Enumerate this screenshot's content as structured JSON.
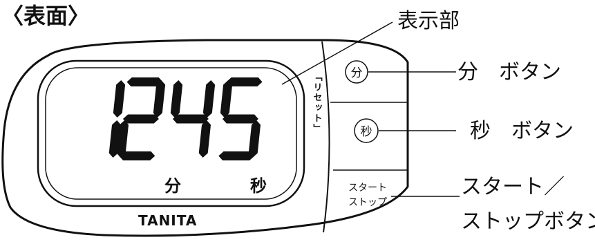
{
  "heading": "〈表面〉",
  "callouts": {
    "display": "表示部",
    "minute_button": "分　ボタン",
    "second_button": "秒　ボタン",
    "start_stop_line1": "スタート／",
    "start_stop_line2": "ストップボタン"
  },
  "device": {
    "reading": "1245",
    "minute_unit": "分",
    "second_unit": "秒",
    "brand": "TANITA",
    "reset_label_vertical": "「リセット」",
    "minute_key": "分",
    "second_key": "秒",
    "start_key_line1": "スタート",
    "start_key_line2": "ストップ"
  },
  "colors": {
    "ink": "#111111",
    "paper": "#ffffff"
  }
}
